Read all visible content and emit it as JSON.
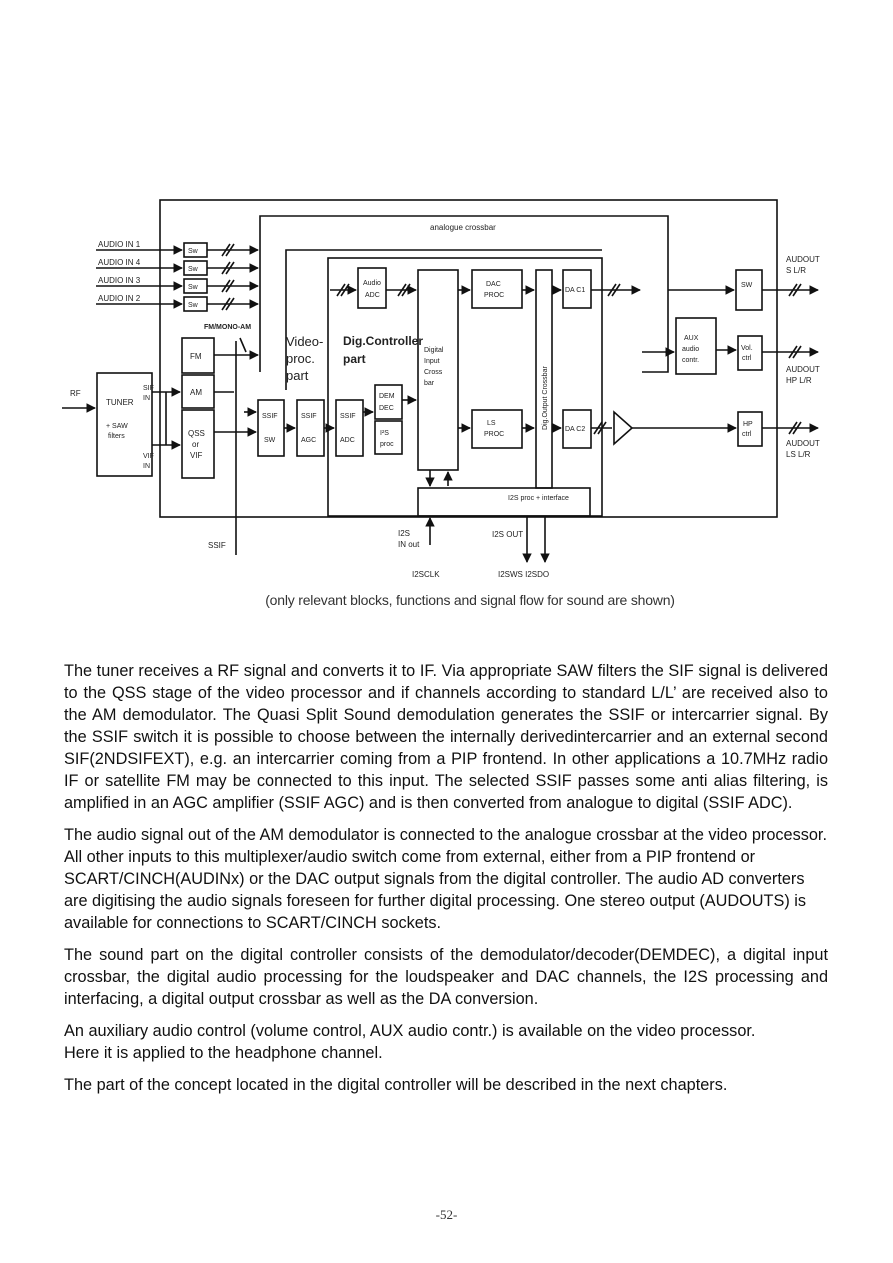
{
  "diagram": {
    "labels": {
      "analogue_crossbar": "analogue crossbar",
      "audio_in_1": "AUDIO IN 1",
      "audio_in_4": "AUDIO IN 4",
      "audio_in_3": "AUDIO IN 3",
      "audio_in_2": "AUDIO IN 2",
      "sw": "Sw",
      "fm_mono_am": "FM/MONO-AM",
      "fm": "FM",
      "am": "AM",
      "qss_if_1": "QSS",
      "qss_if_2": "or",
      "qss_if_3": "VIF",
      "rf": "RF",
      "tuner": "TUNER",
      "saw_1": "+ SAW",
      "saw_2": "filters",
      "sif_in_1": "SIF",
      "sif_in_2": "IN",
      "vif_in_1": "VIF",
      "vif_in_2": "IN",
      "video_proc_1": "Video-",
      "video_proc_2": "proc.",
      "video_proc_3": "part",
      "dig_controller_1": "Dig.Controller",
      "dig_controller_2": "part",
      "audio_adc_1": "Audio",
      "audio_adc_2": "ADC",
      "digital_input_1": "Digital",
      "digital_input_2": "Input",
      "digital_input_3": "Cross",
      "digital_input_4": "bar",
      "dac_proc_1": "DAC",
      "dac_proc_2": "PROC",
      "ls_proc_1": "LS",
      "ls_proc_2": "PROC",
      "da1": "DA C1",
      "da2": "DA C2",
      "dig_output_crossbar": "Dig.Output Crossbar",
      "ssif_sw_1": "SSIF",
      "ssif_sw_2": "SW",
      "ssif_agc_1": "SSIF",
      "ssif_agc_2": "AGC",
      "ssif_adc_1": "SSIF",
      "ssif_adc_2": "ADC",
      "demdec_1": "DEM",
      "demdec_2": "DEC",
      "i2s_proc_1": "I²S",
      "i2s_proc_2": "proc",
      "i2s_interface": "I2S proc + interface",
      "sw_box": "SW",
      "aux_1": "AUX",
      "aux_2": "audio",
      "aux_3": "contr.",
      "vol_1": "Vol.",
      "vol_2": "ctrl",
      "hp_1": "HP",
      "hp_2": "ctrl",
      "audout_s_1": "AUDOUT",
      "audout_s_2": "S L/R",
      "audout_hp_1": "AUDOUT",
      "audout_hp_2": "HP L/R",
      "audout_ls_1": "AUDOUT",
      "audout_ls_2": "LS L/R",
      "ssif_bottom": "SSIF",
      "i2s_in_1": "I2S",
      "i2s_in_2": "IN out",
      "i2s_out": "I2S OUT",
      "i2s_clk": "I2SCLK",
      "i2s_wd_clk": "I2SWS  I2SDO",
      "caption": "(only relevant blocks, functions and signal flow for sound are shown)"
    }
  },
  "text": {
    "p1": "The tuner receives a RF signal and converts it to IF. Via appropriate SAW filters the SIF signal is delivered to the QSS stage of the video processor and if channels according to standard L/L’ are received also to the AM demodulator. The Quasi Split Sound demodulation generates the SSIF or intercarrier signal. By the SSIF switch it is possible to choose between the internally derivedintercarrier and an external second SIF(2NDSIFEXT), e.g. an intercarrier coming from a PIP frontend. In other applications a 10.7MHz radio IF or satellite FM may be connected to this input. The selected SSIF passes some anti alias filtering, is amplified in an AGC amplifier (SSIF AGC) and is then converted from analogue to digital (SSIF ADC).",
    "p2": "The audio signal out of the AM demodulator is connected to the analogue crossbar at the video processor. All other inputs to this multiplexer/audio switch come from external, either from a PIP frontend or SCART/CINCH(AUDINx) or the DAC output signals from the digital controller. The audio AD converters are digitising the audio signals foreseen for further digital processing. One stereo output (AUDOUTS) is available for connections to SCART/CINCH sockets.",
    "p3": "The sound part on the digital controller consists of the demodulator/decoder(DEMDEC), a digital input crossbar, the digital audio processing for the loudspeaker and DAC channels, the I2S processing and interfacing, a digital output crossbar as well as the DA conversion.",
    "p4a": "An auxiliary audio control (volume control, AUX audio contr.) is available on the video processor.",
    "p4b": "Here it is applied to the headphone channel.",
    "p5": "The part of the concept located in the digital controller will be described in the next chapters."
  },
  "page_number": "-52-"
}
